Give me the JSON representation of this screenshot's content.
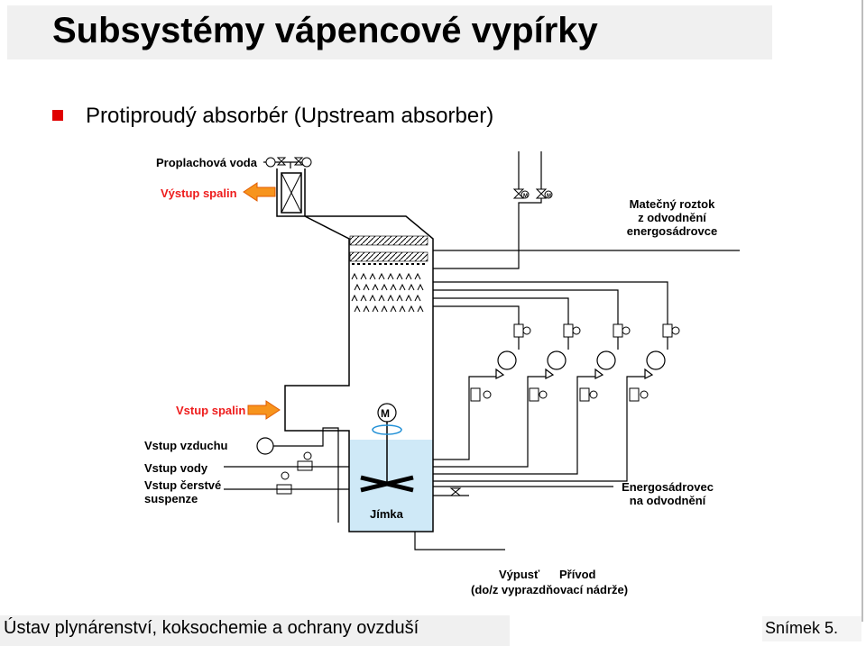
{
  "title": "Subsystémy vápencové vypírky",
  "subtitle": "Protiproudý absorbér (Upstream absorber)",
  "labels": {
    "rinse_water": "Proplachová voda",
    "flue_gas_out": "Výstup spalin",
    "mother_liquor_line1": "Matečný roztok",
    "mother_liquor_line2": "z odvodnění",
    "mother_liquor_line3": "energosádrovce",
    "flue_gas_in": "Vstup spalin",
    "air_in": "Vstup vzduchu",
    "water_in": "Vstup vody",
    "fresh_susp_line1": "Vstup čerstvé",
    "fresh_susp_line2": "suspenze",
    "sump": "Jímka",
    "gypsum_line1": "Energosádrovec",
    "gypsum_line2": "na odvodnění",
    "drain": "Výpusť",
    "supply": "Přívod",
    "tank_note": "(do/z vyprazdňovací nádrže)",
    "motor_mark": "M"
  },
  "footer": {
    "institute": "Ústav plynárenství, koksochemie a ochrany ovzduší",
    "slide": "Snímek 5."
  },
  "colors": {
    "arrow_fill": "#f7941d",
    "arrow_stroke": "#e05a00",
    "liquid": "#cfe9f7",
    "bullet": "#e00000",
    "label_red": "#ee1c1c",
    "agitator_arrow": "#1f8fd6"
  }
}
